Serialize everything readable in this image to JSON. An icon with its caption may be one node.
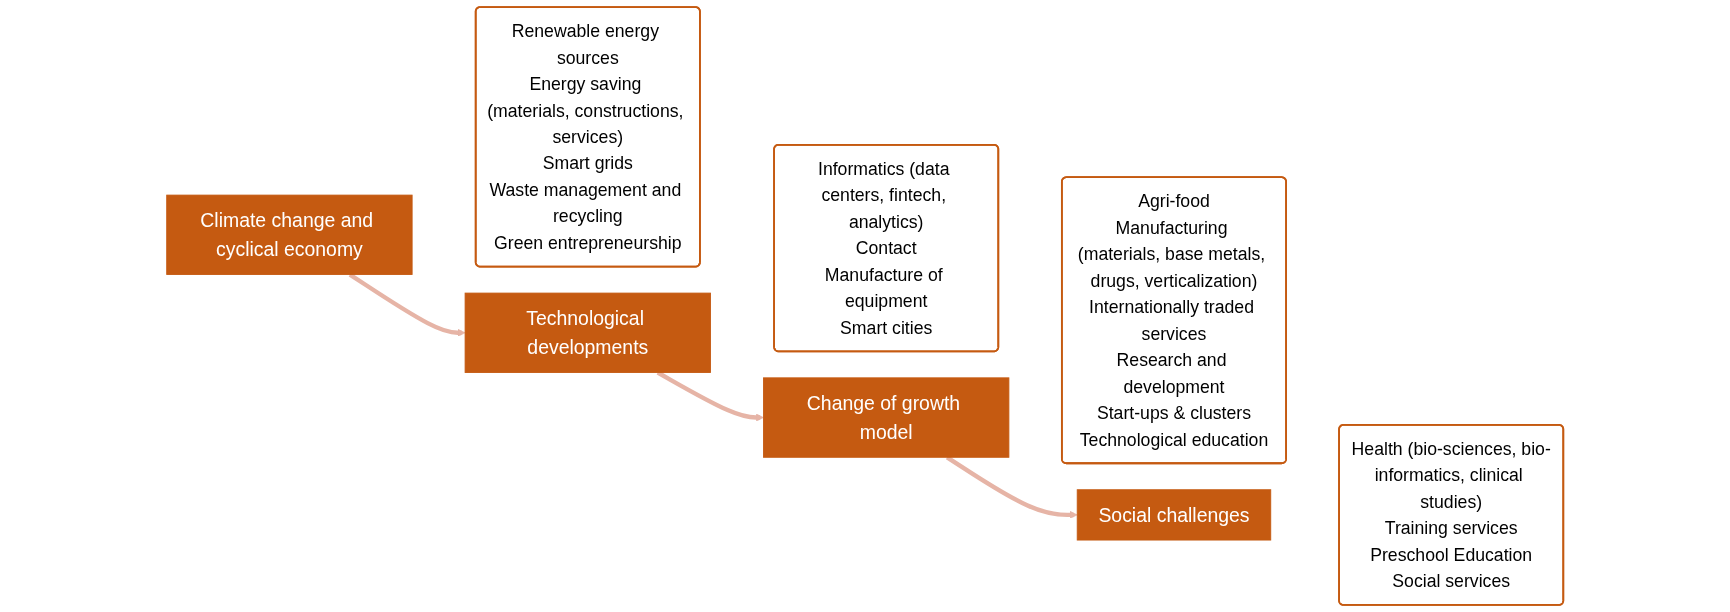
{
  "diagram": {
    "nodes": [
      {
        "text": [
          "Climate change and cyclical economy"
        ]
      },
      {
        "text": [
          "Renewable energy sources",
          "Energy saving (materials, constructions, services)",
          "Smart grids",
          "Waste management and recycling",
          "Green entrepreneurship"
        ]
      },
      {
        "text": [
          "Technological developments"
        ]
      },
      {
        "text": [
          "Informatics (data centers, fintech, analytics)",
          "Contact",
          "Manufacture of equipment",
          "Smart cities"
        ]
      },
      {
        "text": [
          "Change of growth model"
        ]
      },
      {
        "text": [
          "Agri-food",
          "Manufacturing (materials, base metals, drugs, verticalization)",
          "Internationally traded services",
          "Research and development",
          "Start-ups & clusters",
          "Technological education"
        ]
      },
      {
        "text": [
          "Social challenges"
        ]
      },
      {
        "text": [
          "Health (bio-sciences, bio-informatics, clinical studies)",
          "Training services",
          "Preschool Education",
          "Social services"
        ]
      }
    ],
    "edges": [
      {
        "from": 0,
        "to": 2,
        "arrow": "to"
      },
      {
        "from": 2,
        "to": 4,
        "arrow": "to"
      },
      {
        "from": 4,
        "to": 6,
        "arrow": "to"
      }
    ]
  }
}
